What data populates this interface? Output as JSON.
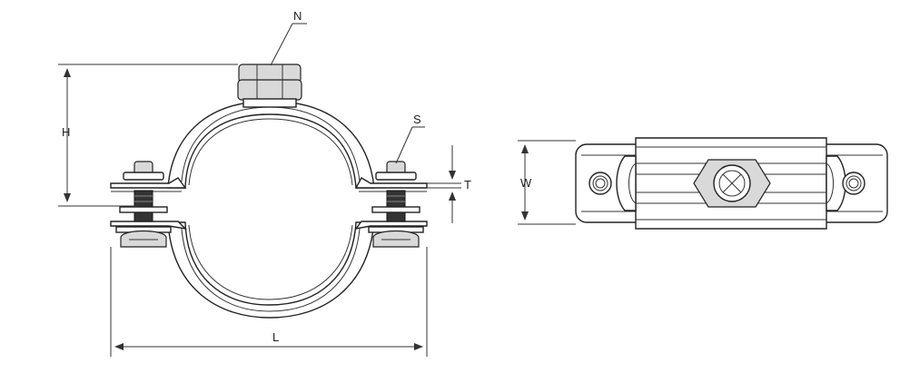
{
  "labels": {
    "N": "N",
    "S": "S",
    "H": "H",
    "T": "T",
    "W": "W",
    "L": "L"
  },
  "colors": {
    "line": "#222222",
    "fill_light": "#d9d9d9",
    "fill_dark": "#333333",
    "background": "#ffffff"
  }
}
